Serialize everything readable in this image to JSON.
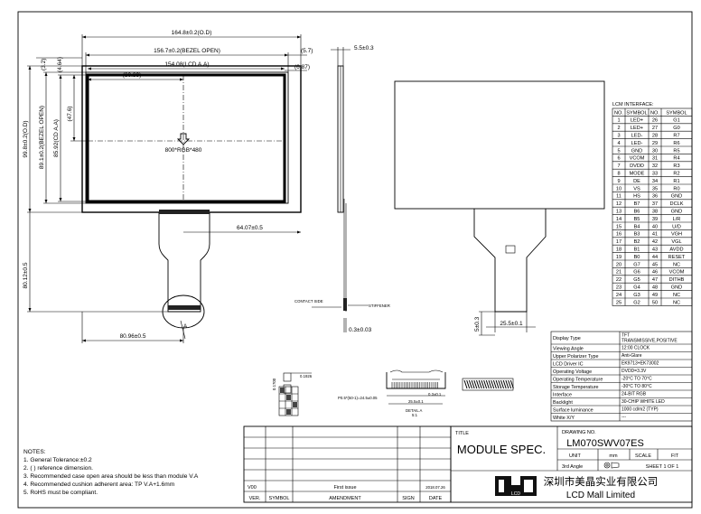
{
  "front_view": {
    "dim_outline": "164.8±0.2(O.D)",
    "dim_bezel": "156.7±0.2(BEZEL OPEN)",
    "dim_lcd": "154.08(LCD A.A)",
    "dim_half": "(80.89)",
    "dim_right1": "(5.7)",
    "dim_right2": "(6.87)",
    "dim_top1": "(3.2)",
    "dim_top2": "(4.64)",
    "dim_h_outline": "99.8±0.2(O.D)",
    "dim_h_bezel": "89.1±0.2(BEZEL OPEN)",
    "dim_h_aa": "85.92(CD A.A)",
    "dim_h_half": "(47.6)",
    "dim_total_h": "80.12±0.5",
    "dim_fpc": "64.07±0.5",
    "dim_bottom": "80.96±0.5",
    "center_label": "800*RGB*480",
    "detail_marker": "A"
  },
  "side_view": {
    "dim_top": "5.5±0.3",
    "contact_label": "CONTACT SIDE",
    "stiffener_label": "STIFFENER",
    "dim_thickness": "0.3±0.03"
  },
  "back_view": {
    "dim_fpc_w": "25.5±0.1",
    "dim_fpc_h": "5±0.3"
  },
  "lcm_interface": {
    "title": "LCM INTERFACE:",
    "headers": [
      "NO.",
      "SYMBOL",
      "NO.",
      "SYMBOL"
    ],
    "rows": [
      [
        "1",
        "LED+",
        "26",
        "G1"
      ],
      [
        "2",
        "LED+",
        "27",
        "G0"
      ],
      [
        "3",
        "LED-",
        "28",
        "R7"
      ],
      [
        "4",
        "LED-",
        "29",
        "R6"
      ],
      [
        "5",
        "GND",
        "30",
        "R5"
      ],
      [
        "6",
        "VCOM",
        "31",
        "R4"
      ],
      [
        "7",
        "DVDD",
        "32",
        "R3"
      ],
      [
        "8",
        "MODE",
        "33",
        "R2"
      ],
      [
        "9",
        "DE",
        "34",
        "R1"
      ],
      [
        "10",
        "VS",
        "35",
        "R0"
      ],
      [
        "11",
        "HS",
        "36",
        "GND"
      ],
      [
        "12",
        "B7",
        "37",
        "DCLK"
      ],
      [
        "13",
        "B6",
        "38",
        "GND"
      ],
      [
        "14",
        "B5",
        "39",
        "L/R"
      ],
      [
        "15",
        "B4",
        "40",
        "U/D"
      ],
      [
        "16",
        "B3",
        "41",
        "VGH"
      ],
      [
        "17",
        "B2",
        "42",
        "VGL"
      ],
      [
        "18",
        "B1",
        "43",
        "AVDD"
      ],
      [
        "19",
        "B0",
        "44",
        "RESET"
      ],
      [
        "20",
        "G7",
        "45",
        "NC"
      ],
      [
        "21",
        "G6",
        "46",
        "VCOM"
      ],
      [
        "22",
        "G5",
        "47",
        "DITHB"
      ],
      [
        "23",
        "G4",
        "48",
        "GND"
      ],
      [
        "24",
        "G3",
        "49",
        "NC"
      ],
      [
        "25",
        "G2",
        "50",
        "NC"
      ]
    ]
  },
  "spec_table": [
    {
      "label": "Display Type",
      "value": "TFT\nTRANSMISSIVE,POSITIVE"
    },
    {
      "label": "Viewing Angle",
      "value": "12:00 CLOCK"
    },
    {
      "label": "Upper Polarizer Type",
      "value": "Anti-Glare"
    },
    {
      "label": "LCD Driver IC",
      "value": "EK9713+EK73002"
    },
    {
      "label": "Operating Voltage",
      "value": "DVDD=3.3V"
    },
    {
      "label": "Operating Temperature",
      "value": "-20°C TO 70°C"
    },
    {
      "label": "Storage Temperature",
      "value": "-30°C TO 80°C"
    },
    {
      "label": "Interface",
      "value": "24-BIT RGB"
    },
    {
      "label": "Backlight",
      "value": "30-CHIP WHITE LED"
    },
    {
      "label": "Surface luminance",
      "value": "1000 cd/m2     (TYP)"
    },
    {
      "label": "White X/Y",
      "value": "---"
    }
  ],
  "detail": {
    "dim_top": "0.1926",
    "dim_side": "0.1700",
    "pitch": "P0.5*(50-1)=24.5±0.05",
    "width": "25.5±0.1",
    "small": "0.3±0.1",
    "label": "DETAIL A",
    "scale": "5:1"
  },
  "notes": {
    "title": "NOTES:",
    "items": [
      "1. General Tolerance:±0.2",
      "2. ( ) reference dimension.",
      "3. Recommended case open area should be less than module V.A",
      "4. Recommended cushion adherent area: TP V.A+1.6mm",
      "5. RoHS must be compliant."
    ]
  },
  "revision": {
    "ver": "V00",
    "amendment": "First issue",
    "date": "2018.07.26",
    "headers": [
      "VER.",
      "SYMBOL",
      "AMENDMENT",
      "SIGN",
      "DATE"
    ]
  },
  "title_block": {
    "title_label": "TITLE",
    "title": "MODULE SPEC.",
    "drawing_no_label": "DRAWING NO.",
    "drawing_no": "LM070SWV07ES",
    "unit_label": "UNIT",
    "unit": "mm",
    "scale_label": "SCALE",
    "fit": "FIT",
    "angle": "3rd Angle",
    "sheet": "SHEET  1  OF  1",
    "company_cn": "深圳市美晶实业有限公司",
    "company_en": "LCD Mall Limited",
    "logo_text": "LCD"
  }
}
